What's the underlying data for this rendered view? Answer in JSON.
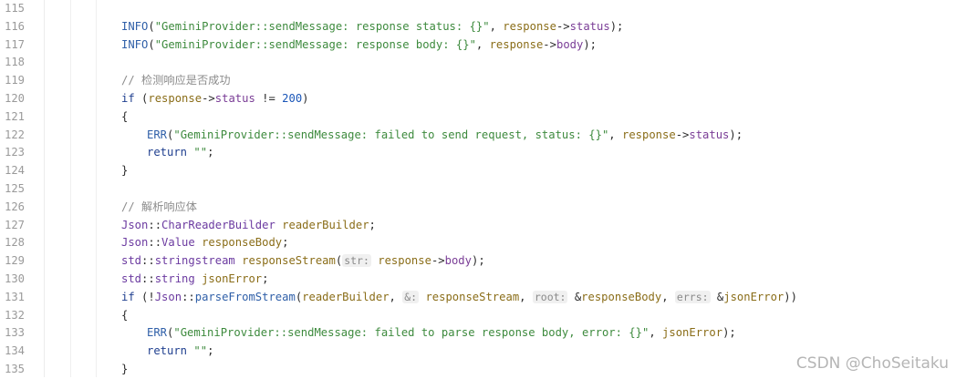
{
  "lines": [
    {
      "num": "115",
      "indent": 0,
      "tokens": []
    },
    {
      "num": "116",
      "indent": 0,
      "tokens": [
        [
          "fn",
          "INFO"
        ],
        [
          "plain",
          "("
        ],
        [
          "str",
          "\"GeminiProvider::sendMessage: response status: {}\""
        ],
        [
          "plain",
          ", "
        ],
        [
          "var",
          "response"
        ],
        [
          "plain",
          "->"
        ],
        [
          "field",
          "status"
        ],
        [
          "plain",
          ");"
        ]
      ]
    },
    {
      "num": "117",
      "indent": 0,
      "tokens": [
        [
          "fn",
          "INFO"
        ],
        [
          "plain",
          "("
        ],
        [
          "str",
          "\"GeminiProvider::sendMessage: response body: {}\""
        ],
        [
          "plain",
          ", "
        ],
        [
          "var",
          "response"
        ],
        [
          "plain",
          "->"
        ],
        [
          "field",
          "body"
        ],
        [
          "plain",
          ");"
        ]
      ]
    },
    {
      "num": "118",
      "indent": 0,
      "tokens": []
    },
    {
      "num": "119",
      "indent": 0,
      "tokens": [
        [
          "cm",
          "// 检测响应是否成功"
        ]
      ]
    },
    {
      "num": "120",
      "indent": 0,
      "tokens": [
        [
          "kw",
          "if"
        ],
        [
          "plain",
          " ("
        ],
        [
          "var",
          "response"
        ],
        [
          "plain",
          "->"
        ],
        [
          "field",
          "status"
        ],
        [
          "plain",
          " != "
        ],
        [
          "num",
          "200"
        ],
        [
          "plain",
          ")"
        ]
      ]
    },
    {
      "num": "121",
      "indent": 0,
      "tokens": [
        [
          "plain",
          "{"
        ]
      ]
    },
    {
      "num": "122",
      "indent": 1,
      "tokens": [
        [
          "fn",
          "ERR"
        ],
        [
          "plain",
          "("
        ],
        [
          "str",
          "\"GeminiProvider::sendMessage: failed to send request, status: {}\""
        ],
        [
          "plain",
          ", "
        ],
        [
          "var",
          "response"
        ],
        [
          "plain",
          "->"
        ],
        [
          "field",
          "status"
        ],
        [
          "plain",
          ");"
        ]
      ]
    },
    {
      "num": "123",
      "indent": 1,
      "tokens": [
        [
          "kw",
          "return"
        ],
        [
          "plain",
          " "
        ],
        [
          "str",
          "\"\""
        ],
        [
          "plain",
          ";"
        ]
      ]
    },
    {
      "num": "124",
      "indent": 0,
      "tokens": [
        [
          "plain",
          "}"
        ]
      ]
    },
    {
      "num": "125",
      "indent": 0,
      "tokens": []
    },
    {
      "num": "126",
      "indent": 0,
      "tokens": [
        [
          "cm",
          "// 解析响应体"
        ]
      ]
    },
    {
      "num": "127",
      "indent": 0,
      "tokens": [
        [
          "ns",
          "Json"
        ],
        [
          "plain",
          "::"
        ],
        [
          "ns",
          "CharReaderBuilder"
        ],
        [
          "plain",
          " "
        ],
        [
          "var",
          "readerBuilder"
        ],
        [
          "plain",
          ";"
        ]
      ]
    },
    {
      "num": "128",
      "indent": 0,
      "tokens": [
        [
          "ns",
          "Json"
        ],
        [
          "plain",
          "::"
        ],
        [
          "ns",
          "Value"
        ],
        [
          "plain",
          " "
        ],
        [
          "var",
          "responseBody"
        ],
        [
          "plain",
          ";"
        ]
      ]
    },
    {
      "num": "129",
      "indent": 0,
      "tokens": [
        [
          "ns",
          "std"
        ],
        [
          "plain",
          "::"
        ],
        [
          "ns",
          "stringstream"
        ],
        [
          "plain",
          " "
        ],
        [
          "var",
          "responseStream"
        ],
        [
          "plain",
          "("
        ],
        [
          "hint",
          "str:"
        ],
        [
          "plain",
          " "
        ],
        [
          "var",
          "response"
        ],
        [
          "plain",
          "->"
        ],
        [
          "field",
          "body"
        ],
        [
          "plain",
          ");"
        ]
      ]
    },
    {
      "num": "130",
      "indent": 0,
      "tokens": [
        [
          "ns",
          "std"
        ],
        [
          "plain",
          "::"
        ],
        [
          "ns",
          "string"
        ],
        [
          "plain",
          " "
        ],
        [
          "var",
          "jsonError"
        ],
        [
          "plain",
          ";"
        ]
      ]
    },
    {
      "num": "131",
      "indent": 0,
      "tokens": [
        [
          "kw",
          "if"
        ],
        [
          "plain",
          " (!"
        ],
        [
          "ns",
          "Json"
        ],
        [
          "plain",
          "::"
        ],
        [
          "fn",
          "parseFromStream"
        ],
        [
          "plain",
          "("
        ],
        [
          "var",
          "readerBuilder"
        ],
        [
          "plain",
          ", "
        ],
        [
          "hint",
          "&:"
        ],
        [
          "plain",
          " "
        ],
        [
          "var",
          "responseStream"
        ],
        [
          "plain",
          ", "
        ],
        [
          "hint",
          "root:"
        ],
        [
          "plain",
          " &"
        ],
        [
          "var",
          "responseBody"
        ],
        [
          "plain",
          ", "
        ],
        [
          "hint",
          "errs:"
        ],
        [
          "plain",
          " &"
        ],
        [
          "var",
          "jsonError"
        ],
        [
          "plain",
          "))"
        ]
      ]
    },
    {
      "num": "132",
      "indent": 0,
      "tokens": [
        [
          "plain",
          "{"
        ]
      ]
    },
    {
      "num": "133",
      "indent": 1,
      "tokens": [
        [
          "fn",
          "ERR"
        ],
        [
          "plain",
          "("
        ],
        [
          "str",
          "\"GeminiProvider::sendMessage: failed to parse response body, error: {}\""
        ],
        [
          "plain",
          ", "
        ],
        [
          "var",
          "jsonError"
        ],
        [
          "plain",
          ");"
        ]
      ]
    },
    {
      "num": "134",
      "indent": 1,
      "tokens": [
        [
          "kw",
          "return"
        ],
        [
          "plain",
          " "
        ],
        [
          "str",
          "\"\""
        ],
        [
          "plain",
          ";"
        ]
      ]
    },
    {
      "num": "135",
      "indent": 0,
      "tokens": [
        [
          "plain",
          "}"
        ]
      ]
    }
  ],
  "watermark": "CSDN @ChoSeitaku"
}
